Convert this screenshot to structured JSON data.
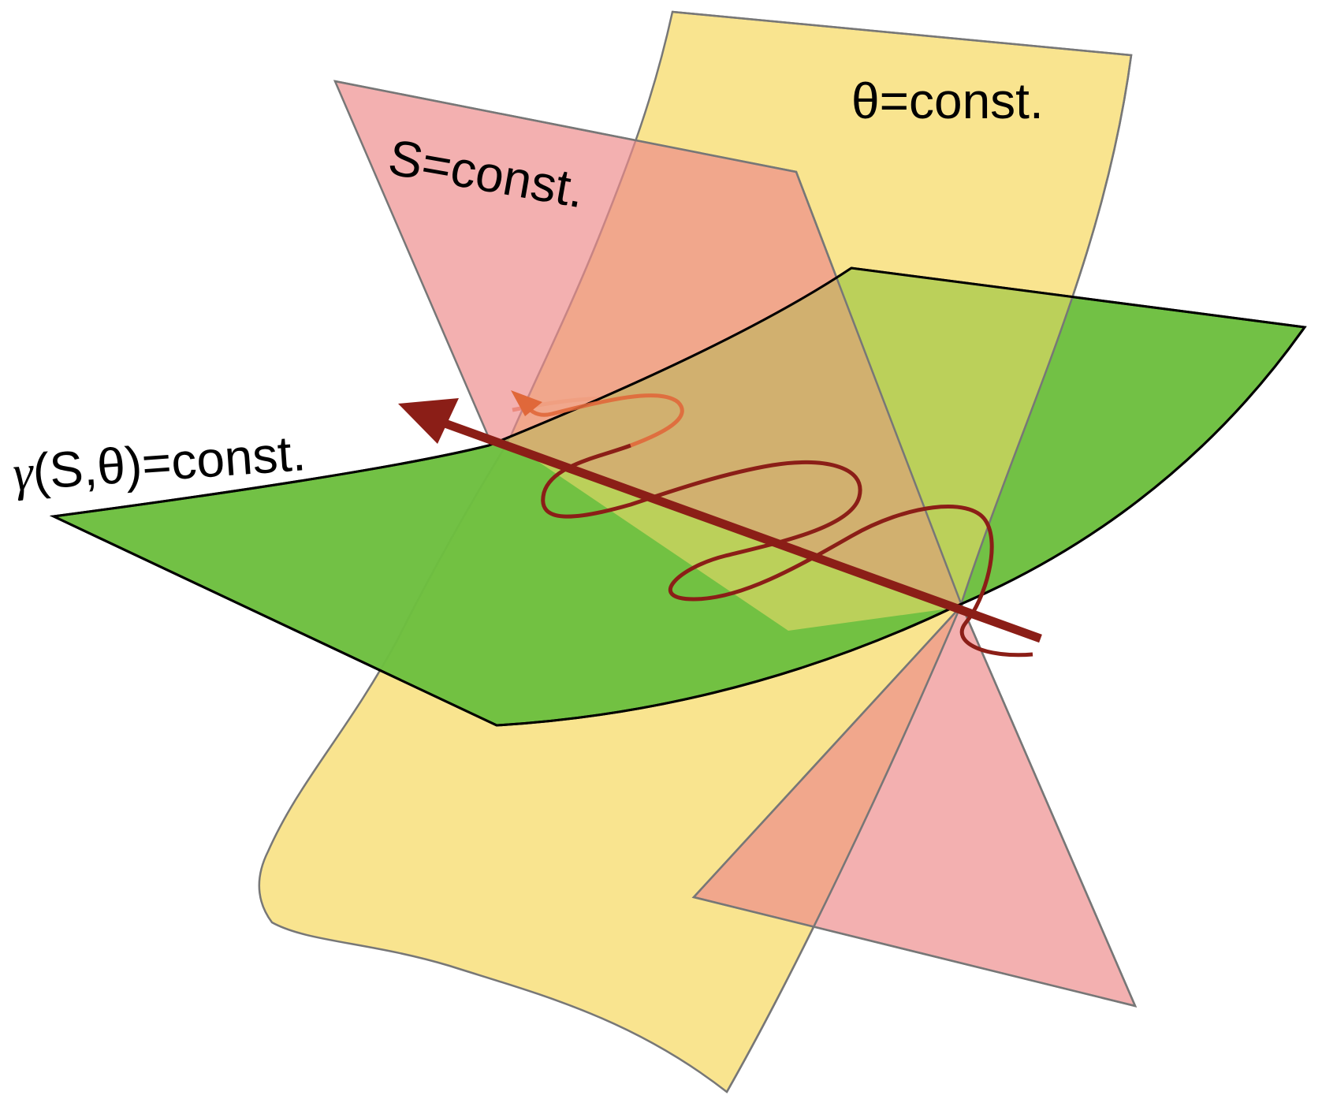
{
  "labels": {
    "theta_surface": "θ=const.",
    "s_surface": "S=const.",
    "gamma_prefix": "γ",
    "gamma_surface": "(S,θ)=const."
  },
  "colors": {
    "yellow_surface": "#f7dc6f",
    "pink_surface": "#ee8a8a",
    "orange_overlap": "#ef9f6e",
    "green_surface": "#6dbf3f",
    "olive_overlap": "#b2c92f",
    "brown_overlap": "#cf9442",
    "arrow": "#8b1e17",
    "wavy_front": "#8b1e17",
    "wavy_back": "#e0683a",
    "edge": "#000000"
  },
  "icons": {
    "main_arrow": "arrow-icon",
    "wavy_path_arrow": "arrowhead-icon"
  }
}
